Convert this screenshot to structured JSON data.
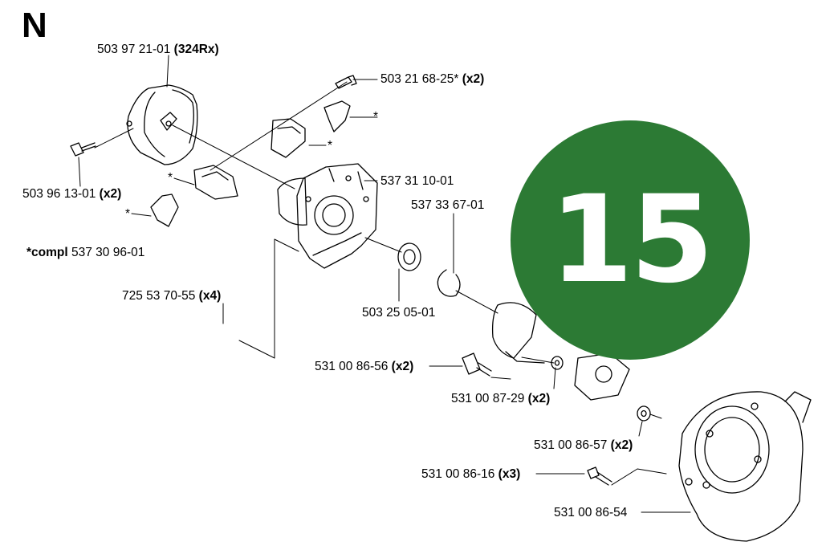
{
  "section": "N",
  "badge": {
    "number": "15",
    "color": "#2c7a34"
  },
  "parts": [
    {
      "id": "p1",
      "number": "503 97 21-01",
      "qty": "(324Rx)"
    },
    {
      "id": "p2",
      "number": "503 21 68-25*",
      "qty": "(x2)"
    },
    {
      "id": "p3",
      "number": "537 31 10-01",
      "qty": ""
    },
    {
      "id": "p4",
      "number": "537 33 67-01",
      "qty": ""
    },
    {
      "id": "p5",
      "number": "503 96 13-01",
      "qty": "(x2)"
    },
    {
      "id": "p6",
      "number": "503 25 05-01",
      "qty": ""
    },
    {
      "id": "p7",
      "number": "725 53 70-55",
      "qty": "(x4)"
    },
    {
      "id": "p8",
      "number": "531 00 86-56",
      "qty": "(x2)"
    },
    {
      "id": "p9",
      "number": "531 00 87-29",
      "qty": "(x2)"
    },
    {
      "id": "p10",
      "number": "531 00 86-57",
      "qty": "(x2)"
    },
    {
      "id": "p11",
      "number": "531 00 86-16",
      "qty": "(x3)"
    },
    {
      "id": "p12",
      "number": "531 00 86-54",
      "qty": ""
    }
  ],
  "kit_note": {
    "prefix": "*compl",
    "number": "537 30 96-01"
  },
  "asterisk": "*"
}
